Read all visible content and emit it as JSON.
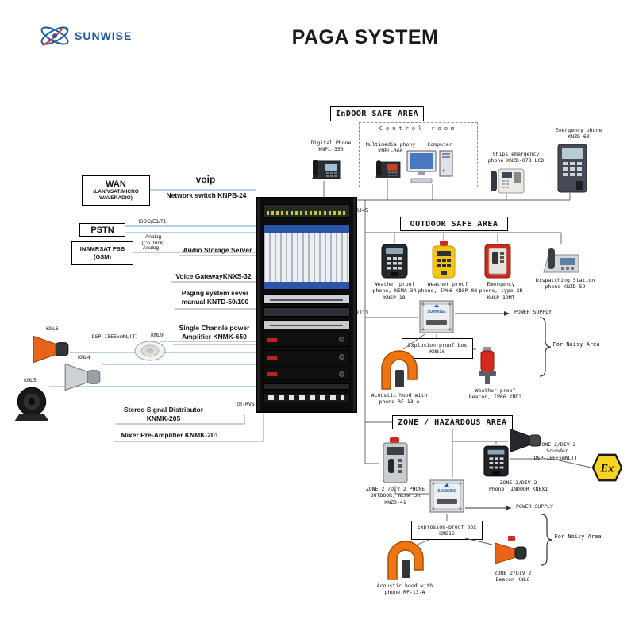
{
  "header": {
    "brand": "SUNWISE",
    "title": "PAGA SYSTEM"
  },
  "colors": {
    "brand_blue": "#1e5aa8",
    "alarm_red": "#d42420",
    "safety_yellow": "#f4c514",
    "hood_orange": "#ee7512",
    "wire_blue": "#8ab4e0"
  },
  "areas": {
    "indoor": "InDOOR SAFE AREA",
    "control_room": "Control room",
    "outdoor": "OUTDOOR SAFE AREA",
    "hazardous": "ZONE / HAZARDOUS AREA"
  },
  "network": {
    "wan_title": "WAN",
    "wan_sub": "(LAN/VSAT/MICRO\nWAVERADIO)",
    "voip": "voip",
    "network_switch": "Network switch KNPB-24",
    "pstn": "PSTN",
    "inmarsat": "INAMRSAT FBB\n(GSM)",
    "isdc": "ISDC(E1/T1)",
    "analog_co": "Analog\n(Co trunk)",
    "analog": "Analog",
    "rj45": "RJ45",
    "rj11": "RJ11",
    "zr_rvs": "ZR-RVS"
  },
  "rack_labels": {
    "audio_server": "Audio Storage Server",
    "voice_gateway": "Voice GatewayKNXS-32",
    "paging_server": "Paging system sever\nmanual KNTD-50/100",
    "power_amp": "Single Channle power\nAmplifier KNMK-650",
    "distributor": "Stereo Signal Distributor\nKNMK-205",
    "mixer": "Mixer Pre-Amplifier KNMK-201"
  },
  "indoor_devices": {
    "digital_phone": "Digital Phone\nKNPL-350",
    "multimedia_phone": "Multimedia phony\nKNPL-360",
    "computer": "Computer",
    "ships_phone": "Ships emergency\nphone KNZD-07B LCD",
    "emergency_phone": "Emergency phone\nKNZD-60"
  },
  "speakers": {
    "dsp": "DSP-15EExmNL(T)",
    "knl9": "KNL9",
    "knl6": "KNL6",
    "knl4": "KNL4",
    "knl5": "KNL5"
  },
  "outdoor_devices": {
    "knsp18": "Weather proof\nphone, NEMA 3R\nKNSP-18",
    "knsp08": "Weather proof\nphone, IP66 KNSP-08",
    "knsp19": "Emergency\nphone, type 3R\nKNSP-19MT",
    "knzd59": "Dispatching Station\nphone KNZD-59",
    "power_supply": "POWER SUPPLY",
    "knb16": "Explosion-proof box\nKNB16",
    "noisy": "For Noisy Area",
    "hood": "Acoustic hood with\nphone RF-13-A",
    "beacon": "Weather proof\nbeacon, IP66 KND3"
  },
  "hazard_devices": {
    "knzd41": "ZONE 2 /DIV 2 PHONE\nOUTDOOR, NEMA 3R\nKNZD-41",
    "sounder": "ZONE 2/DIV 2\nSounder\nDSP-15EExmNL(T)",
    "knex1": "ZONE 2/DIV 2\nPhone, INDOOR KNEX1",
    "power_supply": "POWER SUPPLY",
    "knb16": "Explosion-proof box\nKNB16",
    "noisy": "For Noisy Area",
    "hood": "Acoustic hood with\nphone RF-13-A",
    "beacon": "ZONE 2/DIV 2\nBeacon KNL6",
    "ex": "Ex"
  },
  "junction_brand": "SUNWISE"
}
